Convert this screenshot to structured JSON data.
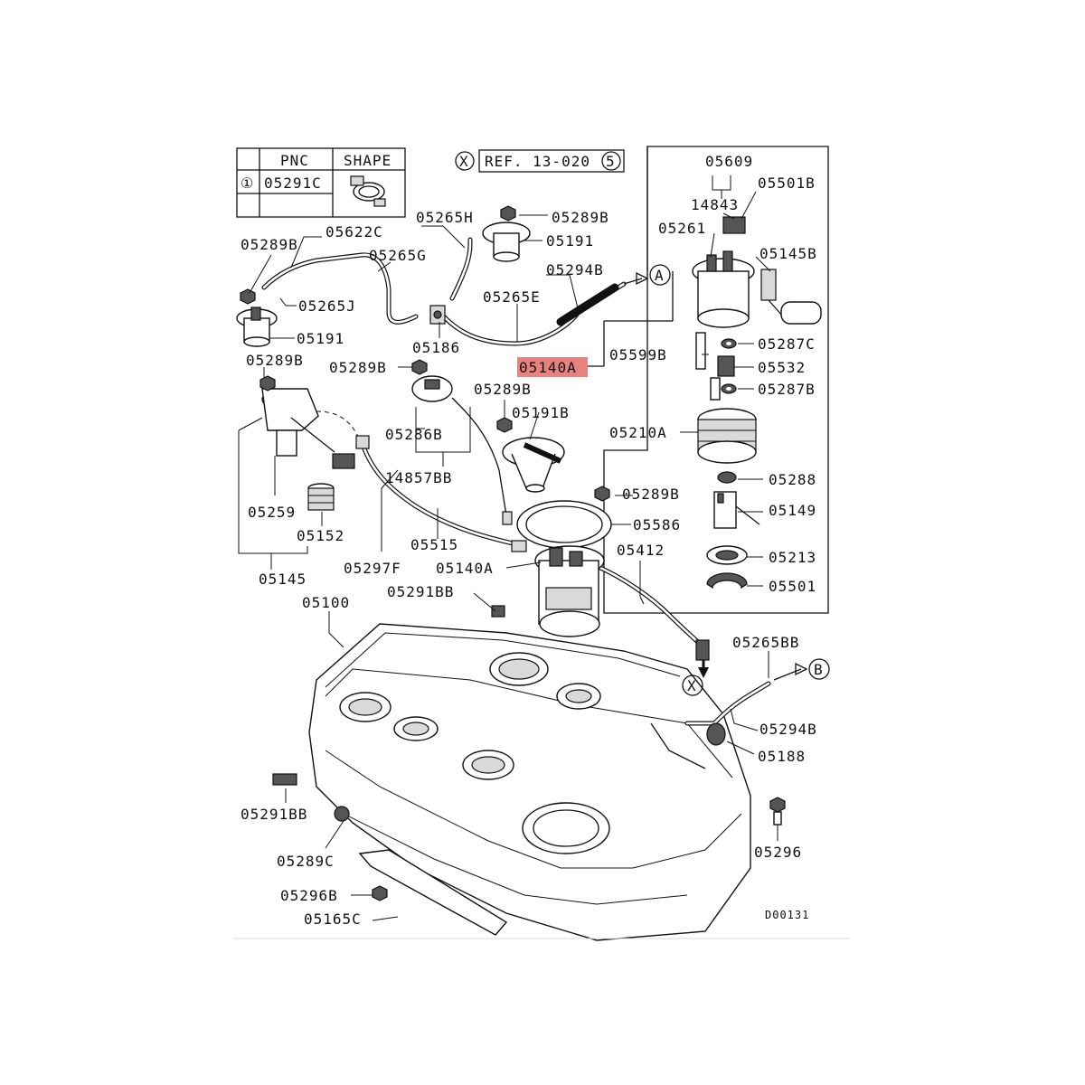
{
  "legend": {
    "header_pnc": "PNC",
    "header_shape": "SHAPE",
    "row_marker": "①",
    "row_pnc": "05291C"
  },
  "reference": {
    "marker": "X",
    "text": "REF. 13-020",
    "sheet": "5"
  },
  "connectors": {
    "a": "A",
    "b": "B",
    "x": "X"
  },
  "highlight_color": "#e8827f",
  "labels": {
    "l05289B_topleft": "05289B",
    "l05622C": "05622C",
    "l05265H": "05265H",
    "l05289B_topcenter": "05289B",
    "l05191_topcenter": "05191",
    "l05265G": "05265G",
    "l05294B_top": "05294B",
    "l05265J": "05265J",
    "l05265E": "05265E",
    "l05186": "05186",
    "l05191_left": "05191",
    "l05289B_left2": "05289B",
    "l05289B_mid": "05289B",
    "l05140A_highlight": "05140A",
    "l05289B_mid2": "05289B",
    "l05191B": "05191B",
    "l05286B": "05286B",
    "l14857BB": "14857BB",
    "l05259": "05259",
    "l05152": "05152",
    "l05145": "05145",
    "l05297F": "05297F",
    "l05515": "05515",
    "l05289B_ring": "05289B",
    "l05586": "05586",
    "l05412": "05412",
    "l05140A_pump": "05140A",
    "l05291BB_top": "05291BB",
    "l05100": "05100",
    "l05265BB": "05265BB",
    "l05294B_right": "05294B",
    "l05188": "05188",
    "l05291BB_bottom": "05291BB",
    "l05289C": "05289C",
    "l05296B": "05296B",
    "l05165C": "05165C",
    "l05296": "05296",
    "l05609": "05609",
    "l14843": "14843",
    "l05501B": "05501B",
    "l05261": "05261",
    "l05145B": "05145B",
    "l05599B": "05599B",
    "l05287C": "05287C",
    "l05532": "05532",
    "l05287B": "05287B",
    "l05210A": "05210A",
    "l05288": "05288",
    "l05149": "05149",
    "l05213": "05213",
    "l05501": "05501",
    "code": "D00131"
  }
}
